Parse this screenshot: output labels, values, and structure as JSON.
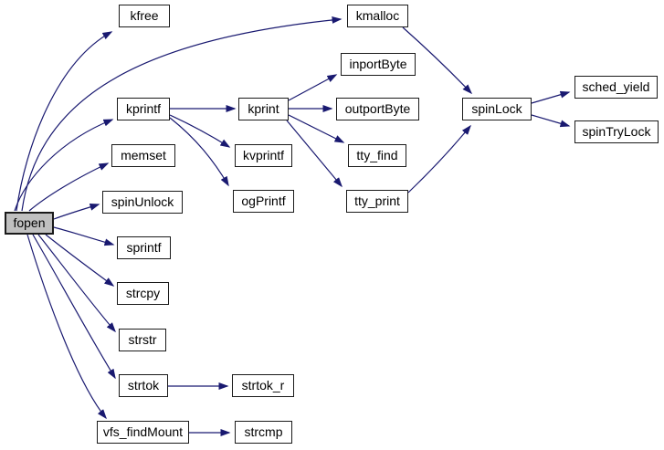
{
  "graph": {
    "type": "call-graph",
    "root": "fopen",
    "colors": {
      "edge": "#191970",
      "node_border": "#1a1a1a",
      "node_fill": "#ffffff",
      "root_fill": "#c0c0c0",
      "text": "#000000",
      "background": "#ffffff"
    },
    "nodes": [
      {
        "id": "fopen",
        "label": "fopen"
      },
      {
        "id": "kfree",
        "label": "kfree"
      },
      {
        "id": "kmalloc",
        "label": "kmalloc"
      },
      {
        "id": "kprintf",
        "label": "kprintf"
      },
      {
        "id": "memset",
        "label": "memset"
      },
      {
        "id": "spinUnlock",
        "label": "spinUnlock"
      },
      {
        "id": "sprintf",
        "label": "sprintf"
      },
      {
        "id": "strcpy",
        "label": "strcpy"
      },
      {
        "id": "strstr",
        "label": "strstr"
      },
      {
        "id": "strtok",
        "label": "strtok"
      },
      {
        "id": "vfs_findMount",
        "label": "vfs_findMount"
      },
      {
        "id": "kprint",
        "label": "kprint"
      },
      {
        "id": "kvprintf",
        "label": "kvprintf"
      },
      {
        "id": "ogPrintf",
        "label": "ogPrintf"
      },
      {
        "id": "inportByte",
        "label": "inportByte"
      },
      {
        "id": "outportByte",
        "label": "outportByte"
      },
      {
        "id": "tty_find",
        "label": "tty_find"
      },
      {
        "id": "tty_print",
        "label": "tty_print"
      },
      {
        "id": "spinLock",
        "label": "spinLock"
      },
      {
        "id": "sched_yield",
        "label": "sched_yield"
      },
      {
        "id": "spinTryLock",
        "label": "spinTryLock"
      },
      {
        "id": "strtok_r",
        "label": "strtok_r"
      },
      {
        "id": "strcmp",
        "label": "strcmp"
      }
    ],
    "edges": [
      {
        "from": "fopen",
        "to": "kfree"
      },
      {
        "from": "fopen",
        "to": "kmalloc"
      },
      {
        "from": "fopen",
        "to": "kprintf"
      },
      {
        "from": "fopen",
        "to": "memset"
      },
      {
        "from": "fopen",
        "to": "spinUnlock"
      },
      {
        "from": "fopen",
        "to": "sprintf"
      },
      {
        "from": "fopen",
        "to": "strcpy"
      },
      {
        "from": "fopen",
        "to": "strstr"
      },
      {
        "from": "fopen",
        "to": "strtok"
      },
      {
        "from": "fopen",
        "to": "vfs_findMount"
      },
      {
        "from": "kprintf",
        "to": "kprint"
      },
      {
        "from": "kprintf",
        "to": "kvprintf"
      },
      {
        "from": "kprintf",
        "to": "ogPrintf"
      },
      {
        "from": "kprint",
        "to": "inportByte"
      },
      {
        "from": "kprint",
        "to": "outportByte"
      },
      {
        "from": "kprint",
        "to": "tty_find"
      },
      {
        "from": "kprint",
        "to": "tty_print"
      },
      {
        "from": "kmalloc",
        "to": "spinLock"
      },
      {
        "from": "tty_print",
        "to": "spinLock"
      },
      {
        "from": "spinLock",
        "to": "sched_yield"
      },
      {
        "from": "spinLock",
        "to": "spinTryLock"
      },
      {
        "from": "strtok",
        "to": "strtok_r"
      },
      {
        "from": "vfs_findMount",
        "to": "strcmp"
      }
    ]
  }
}
